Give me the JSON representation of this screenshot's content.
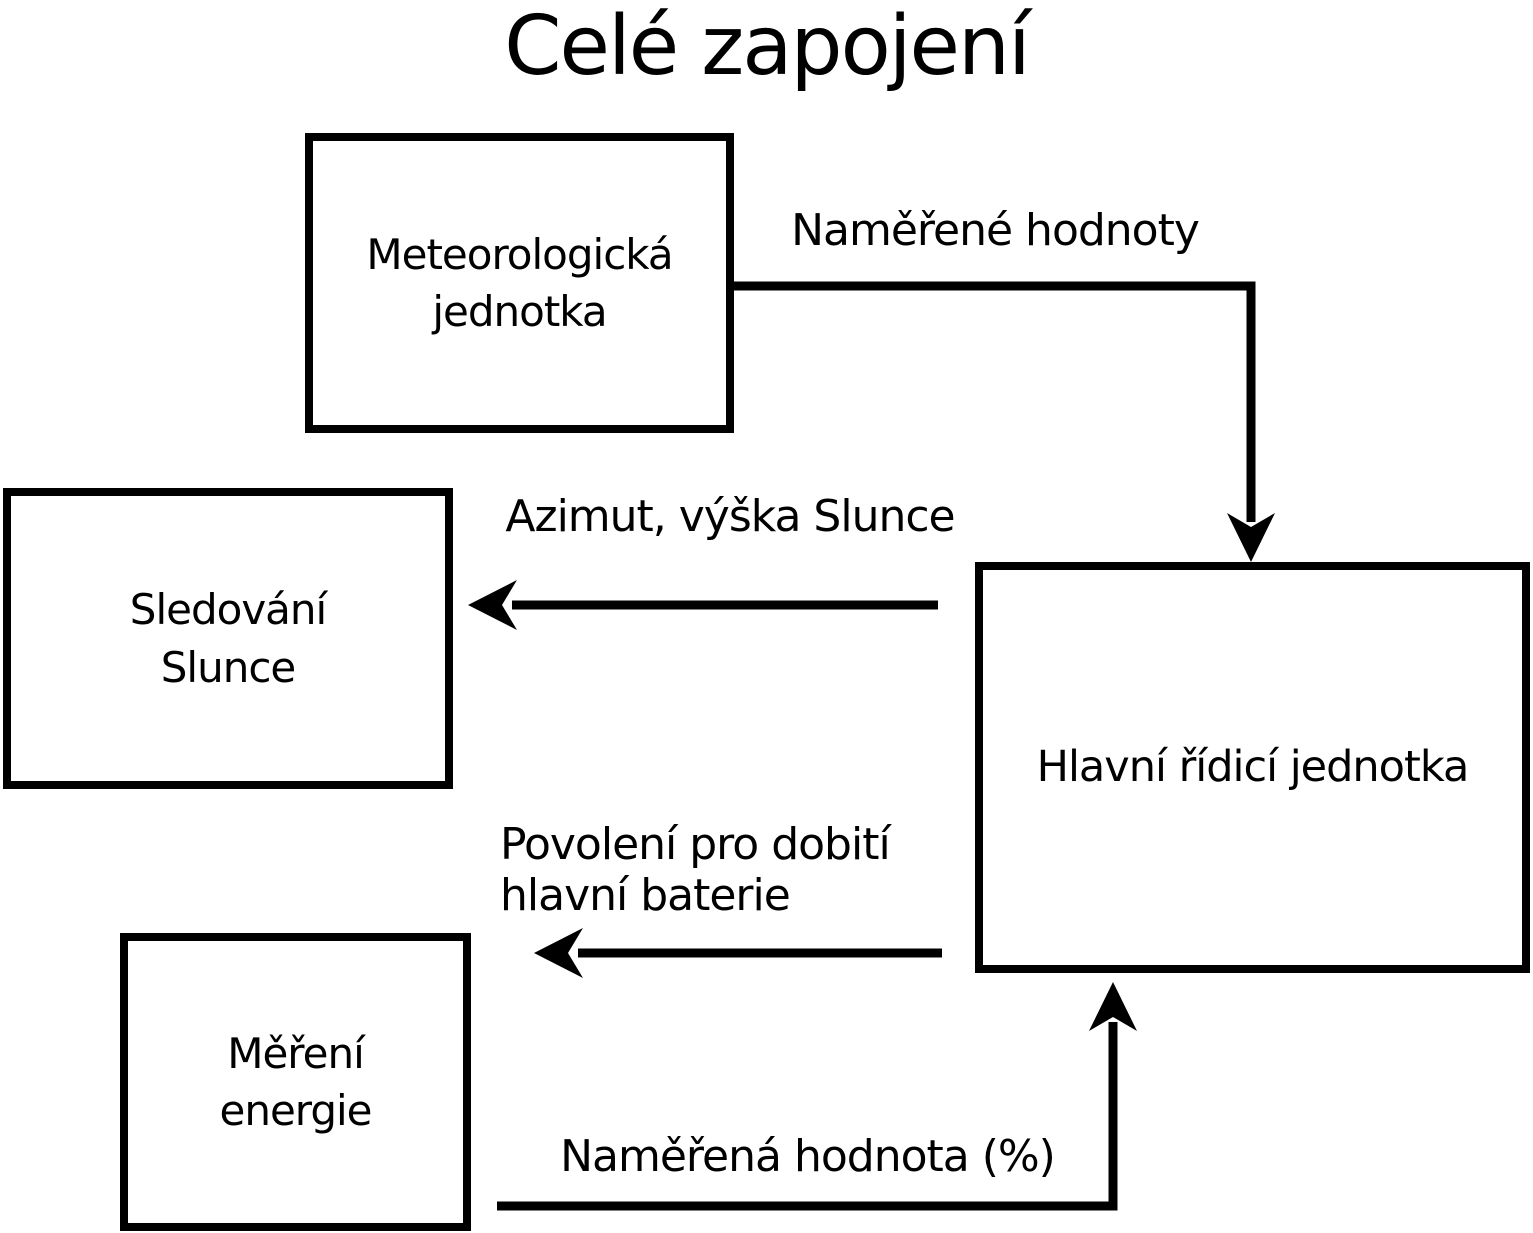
{
  "title": "Celé zapojení",
  "colors": {
    "stroke": "#000000",
    "fill": "#ffffff",
    "text": "#000000"
  },
  "nodes": {
    "meteo_unit": {
      "lines": [
        "Meteorologická",
        "jednotka"
      ]
    },
    "sun_tracking": {
      "lines": [
        "Sledování",
        "Slunce"
      ]
    },
    "energy_measurement": {
      "lines": [
        "Měření",
        "energie"
      ]
    },
    "main_control_unit": {
      "lines": [
        "Hlavní řídicí jednotka"
      ]
    }
  },
  "edges": {
    "measured_values": {
      "label": "Naměřené hodnoty",
      "from": "meteo_unit",
      "to": "main_control_unit"
    },
    "sun_position": {
      "label": "Azimut, výška Slunce",
      "from": "main_control_unit",
      "to": "sun_tracking"
    },
    "charge_permission": {
      "label_lines": [
        "Povolení pro dobití",
        "hlavní baterie"
      ],
      "from": "main_control_unit",
      "to": "battery"
    },
    "measured_percent": {
      "label": "Naměřená hodnota (%)",
      "from": "energy_measurement",
      "to": "main_control_unit"
    }
  }
}
